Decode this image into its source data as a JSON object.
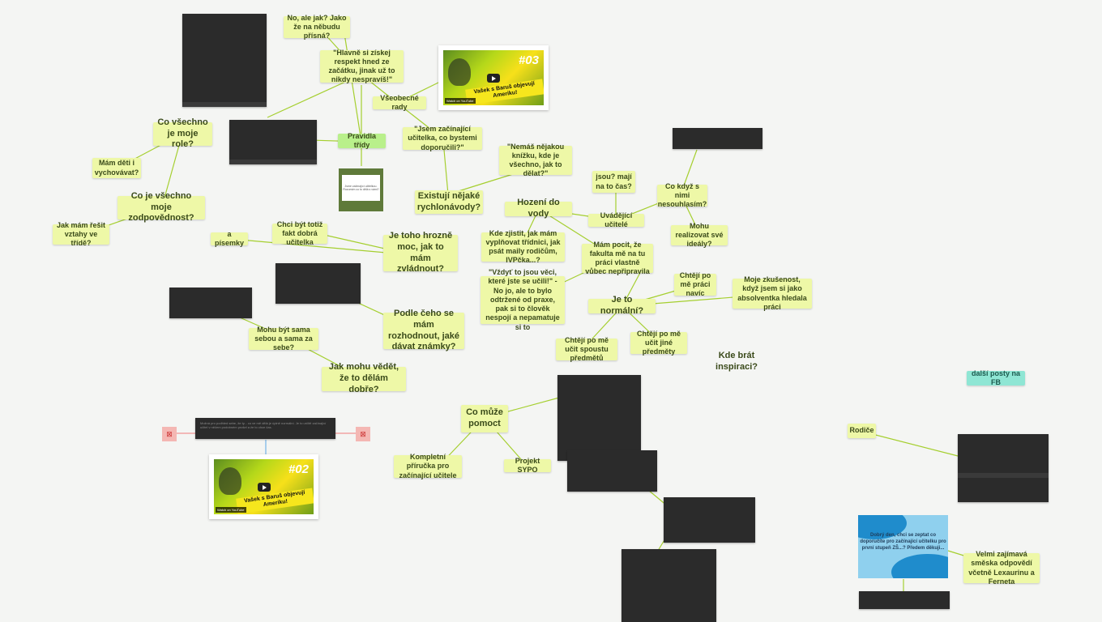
{
  "nodes": {
    "pravidla": "Pravidla třídy",
    "no_ale": "No, ale jak? Jako že na něbudu přísná?",
    "hlavne": "\"Hlavně si získej respekt hned ze začátku, jinak už to nikdy nespravíš!\"",
    "vseobecne": "Všeobecné rady",
    "jsem_zacinajici": "\"Jsem začínající učitelka, co bystemi doporučili?\"",
    "nemas": "\"Nemáš nějakou knížku, kde je všechno, jak to dělat?\"",
    "existuji": "Existují nějaké rychlonávody?",
    "co_vsechno_role": "Co všechno je moje role?",
    "mam_deti": "Mám děti i vychovávat?",
    "co_zodpovednost": "Co je všechno moje zodpovědnost?",
    "vztahy": "Jak mám řešit vztahy ve třídě?",
    "chci_byt": "Chci být totiž fakt dobrá učitelka",
    "a_pisemky": "a písemky",
    "je_to_hrozne": "Je toho hrozně moc, jak to mám zvládnout?",
    "podle_ceho": "Podle čeho se mám rozhodnout, jaké dávat známky?",
    "mohu_byt": "Mohu být sama sebou a sama za sebe?",
    "jak_mohu": "Jak mohu vědět, že to dělám dobře?",
    "hozeni": "Hození do vody",
    "kde_zjistit": "Kde zjistit, jak mám vyplňovat třídnici, jak psát maily rodičům, IVPčka...?",
    "jsou_maji": "jsou? mají na to čas?",
    "uvadejici": "Uvádějící učitelé",
    "co_kdyz": "Co když s nimi nesouhlasím?",
    "realizovat": "Mohu realizovat své ideály?",
    "mam_pocit": "Mám pocit, že fakulta mě na tu práci vlastně vůbec nepřipravila",
    "vzdyt": "\"Vždyť to jsou věci, které jste se učili!\" - No jo, ale to bylo odtržené od praxe, pak si to člověk nespojí a nepamatuje si to",
    "je_to_normalni": "Je to normální?",
    "chteji_nic": "Chtějí po mě práci navíc",
    "moje_zkusenost": "Moje zkušenost, když jsem si jako absolventka hledala práci",
    "chteji_spoustu": "Chtějí po mě učit spoustu předmětů",
    "chteji_jine": "Chtějí po mě učit jiné předměty",
    "kde_brat": "Kde brát inspiraci?",
    "co_muze": "Co může pomoct",
    "kompletni": "Kompletní příručka pro začínající učitele",
    "sypo": "Projekt SYPO",
    "dalsi_posty": "další posty na FB",
    "rodice": "Rodiče",
    "velmi": "Velmi zajímavá směska odpovědí včetně Lexaurinu a Ferneta"
  },
  "videos": {
    "v03_num": "#03",
    "v03_caption": "Vašek s Baruš objevují Ameriku!",
    "v02_num": "#02",
    "v02_caption": "Vašek s Baruš objevují Ameriku!",
    "watch_on": "Watch on",
    "yt": "YouTube"
  },
  "fb_image": {
    "text": "Dobrý den, chci se zeptat co doporučíte pro začínající učitelku pro první stupeň ZŠ...? Předem děkuji..."
  },
  "card_text": "Jsme začínající učitelkou. Rozumím co to dělá s vámi?",
  "post_center_text": "Možná pro podhled sebe, že ty... co ve mě dělá je úplně normální. Je to určitě začínající učitel v něčem podobném prošel a že to chce čas.",
  "colors": {
    "node": "#eef8a7",
    "node_green": "#b9f08b",
    "node_teal": "#8fe6d4",
    "link": "#a5cf2f",
    "post_bg": "#2b2b2b"
  }
}
